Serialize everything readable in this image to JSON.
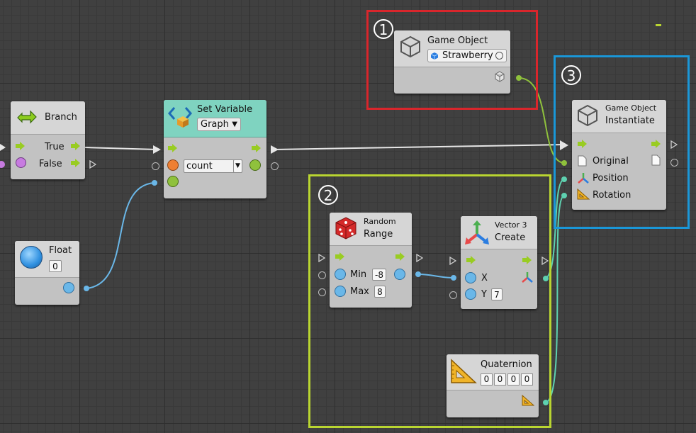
{
  "frames": [
    {
      "number": "1",
      "color": "#d9262c"
    },
    {
      "number": "2",
      "color": "#b9d531"
    },
    {
      "number": "3",
      "color": "#1a97d8"
    }
  ],
  "branch": {
    "title": "Branch",
    "true_label": "True",
    "false_label": "False"
  },
  "set_variable": {
    "title": "Set Variable",
    "scope": "Graph",
    "name": "count"
  },
  "float": {
    "title": "Float",
    "value": "0"
  },
  "game_object": {
    "title": "Game Object",
    "value": "Strawberry"
  },
  "instantiate": {
    "category": "Game Object",
    "title": "Instantiate",
    "inputs": [
      "Original",
      "Position",
      "Rotation"
    ]
  },
  "random_range": {
    "category": "Random",
    "title": "Range",
    "min_label": "Min",
    "min_value": "-8",
    "max_label": "Max",
    "max_value": "8"
  },
  "vector3_create": {
    "category": "Vector 3",
    "title": "Create",
    "x_label": "X",
    "y_label": "Y",
    "y_value": "7"
  },
  "quaternion": {
    "title": "Quaternion",
    "values": [
      "0",
      "0",
      "0",
      "0"
    ]
  },
  "colors": {
    "flow": "#99cc22",
    "float_port": "#6ab7e8",
    "object_port": "#8fc13c",
    "bool_port": "#c77be0",
    "vector_port": "#5ed1b0",
    "int_port": "#ee7f32",
    "set_var_header": "#7fd3c0"
  }
}
